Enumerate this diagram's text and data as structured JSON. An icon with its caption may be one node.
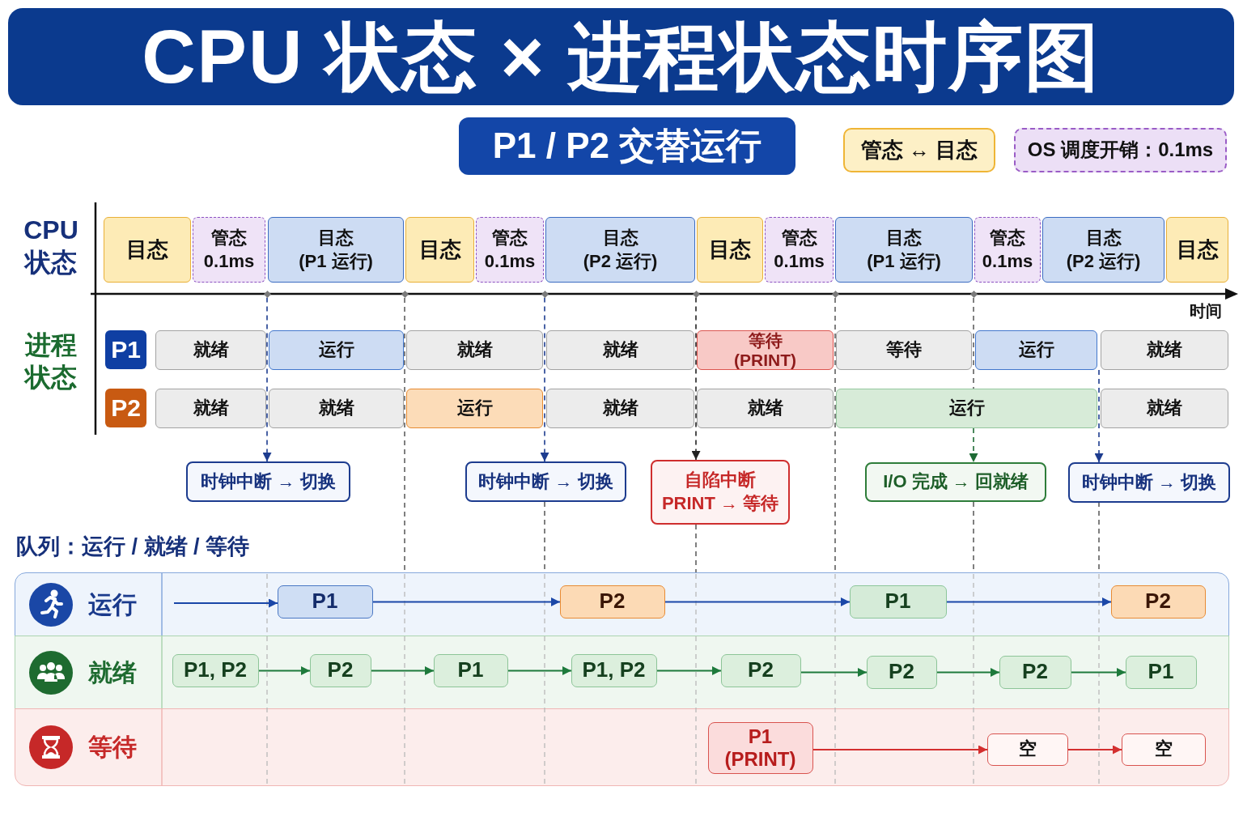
{
  "diagram": {
    "title": "CPU 状态 × 进程状态时序图",
    "nodes": [
      {
        "text": [
          "P1 / P2 交替运行"
        ]
      },
      {
        "text": [
          "管态 ↔ 目态"
        ]
      },
      {
        "text": [
          "OS 调度开销：0.1ms"
        ]
      },
      {
        "text": [
          "目态"
        ]
      },
      {
        "text": [
          "管态",
          "0.1ms"
        ]
      },
      {
        "text": [
          "目态",
          "(P1 运行)"
        ]
      },
      {
        "text": [
          "目态"
        ]
      },
      {
        "text": [
          "管态",
          "0.1ms"
        ]
      },
      {
        "text": [
          "目态",
          "(P2 运行)"
        ]
      },
      {
        "text": [
          "目态"
        ]
      },
      {
        "text": [
          "管态",
          "0.1ms"
        ]
      },
      {
        "text": [
          "目态",
          "(P1 运行)"
        ]
      },
      {
        "text": [
          "管态",
          "0.1ms"
        ]
      },
      {
        "text": [
          "目态",
          "(P2 运行)"
        ]
      },
      {
        "text": [
          "目态"
        ]
      },
      {
        "text": [],
        "shape": "diamond"
      },
      {
        "text": [],
        "shape": "diamond"
      },
      {
        "text": [],
        "shape": "diamond"
      },
      {
        "text": [],
        "shape": "diamond"
      },
      {
        "text": [],
        "shape": "diamond"
      },
      {
        "text": [],
        "shape": "diamond"
      },
      {
        "text": [
          "P1"
        ]
      },
      {
        "text": [
          "就绪"
        ]
      },
      {
        "text": [
          "运行"
        ]
      },
      {
        "text": [
          "就绪"
        ]
      },
      {
        "text": [
          "就绪"
        ]
      },
      {
        "text": [
          "等待",
          "(PRINT)"
        ]
      },
      {
        "text": [
          "等待"
        ]
      },
      {
        "text": [
          "运行"
        ]
      },
      {
        "text": [
          "就绪"
        ]
      },
      {
        "text": [
          "P2"
        ]
      },
      {
        "text": [
          "就绪"
        ]
      },
      {
        "text": [
          "就绪"
        ]
      },
      {
        "text": [
          "运行"
        ]
      },
      {
        "text": [
          "就绪"
        ]
      },
      {
        "text": [
          "就绪"
        ]
      },
      {
        "text": [
          "运行"
        ]
      },
      {
        "text": [
          "就绪"
        ]
      },
      {
        "text": [
          "时钟中断 → 切换"
        ]
      },
      {
        "text": [
          "时钟中断 → 切换"
        ]
      },
      {
        "text": [
          "自陷中断",
          "PRINT → 等待"
        ]
      },
      {
        "text": [
          "I/O 完成 → 回就绪"
        ]
      },
      {
        "text": [
          "时钟中断 → 切换"
        ]
      },
      {
        "text": [
          "运行"
        ]
      },
      {
        "text": [
          "P1"
        ],
        "in": 43
      },
      {
        "text": [
          "P2"
        ],
        "in": 43
      },
      {
        "text": [
          "P1"
        ],
        "in": 43
      },
      {
        "text": [
          "P2"
        ],
        "in": 43
      },
      {
        "text": [
          "就绪"
        ]
      },
      {
        "text": [
          "P1, P2"
        ],
        "in": 48
      },
      {
        "text": [
          "P2"
        ],
        "in": 48
      },
      {
        "text": [
          "P1"
        ],
        "in": 48
      },
      {
        "text": [
          "P1, P2"
        ],
        "in": 48
      },
      {
        "text": [
          "P2"
        ],
        "in": 48
      },
      {
        "text": [
          "P2"
        ],
        "in": 48
      },
      {
        "text": [
          "P2"
        ],
        "in": 48
      },
      {
        "text": [
          "P1"
        ],
        "in": 48
      },
      {
        "text": [
          "等待"
        ]
      },
      {
        "text": [
          "P1",
          "(PRINT)"
        ],
        "in": 57
      },
      {
        "text": [
          "空"
        ],
        "in": 57
      },
      {
        "text": [
          "空"
        ],
        "in": 57
      }
    ],
    "edges": [
      {
        "from": 15,
        "to": 38,
        "arrow": "to",
        "style": "dashed",
        "color": "#1d3c8f"
      },
      {
        "from": 17,
        "to": 39,
        "arrow": "to",
        "style": "dashed",
        "color": "#1d3c8f"
      },
      {
        "from": 18,
        "to": 40,
        "arrow": "to",
        "style": "dashed",
        "color": "#222222"
      },
      {
        "from": 36,
        "to": 41,
        "arrow": "to",
        "style": "dashed",
        "color": "#1e6b35"
      },
      {
        "from": 28,
        "to": 42,
        "arrow": "to",
        "style": "dashed",
        "color": "#1d3c8f"
      },
      {
        "from": null,
        "to": 44,
        "arrow": "to",
        "color": "#1a47a8"
      },
      {
        "from": 44,
        "to": 45,
        "arrow": "to",
        "color": "#1a47a8"
      },
      {
        "from": 45,
        "to": 46,
        "arrow": "to",
        "color": "#1a47a8"
      },
      {
        "from": 46,
        "to": 47,
        "arrow": "to",
        "color": "#1a47a8"
      },
      {
        "from": 49,
        "to": 50,
        "arrow": "to",
        "color": "#1e7a3c"
      },
      {
        "from": 50,
        "to": 51,
        "arrow": "to",
        "color": "#1e7a3c"
      },
      {
        "from": 51,
        "to": 52,
        "arrow": "to",
        "color": "#1e7a3c"
      },
      {
        "from": 52,
        "to": 53,
        "arrow": "to",
        "color": "#1e7a3c"
      },
      {
        "from": 53,
        "to": 54,
        "arrow": "to",
        "color": "#1e7a3c"
      },
      {
        "from": 54,
        "to": 55,
        "arrow": "to",
        "color": "#1e7a3c"
      },
      {
        "from": 55,
        "to": 56,
        "arrow": "to",
        "color": "#1e7a3c"
      },
      {
        "from": 58,
        "to": 59,
        "arrow": "to",
        "color": "#d32f2f"
      },
      {
        "from": 59,
        "to": 60,
        "arrow": "to",
        "color": "#d32f2f"
      }
    ],
    "labels": [
      "CPU 状态",
      "时间",
      "进程状态",
      "队列：运行 / 就绪 / 等待"
    ]
  }
}
